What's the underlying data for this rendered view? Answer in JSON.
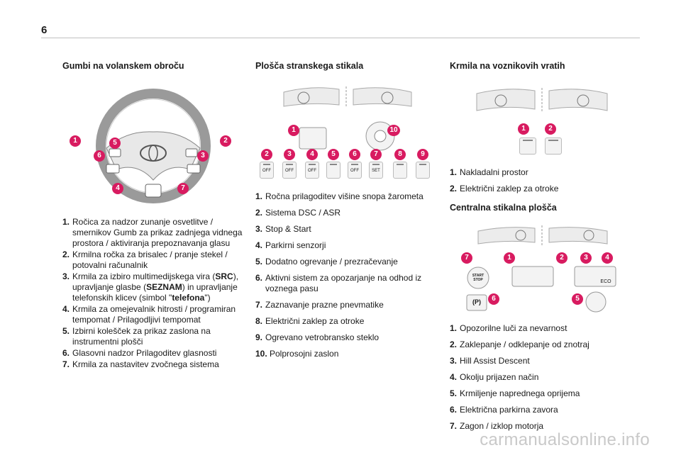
{
  "page_number": "6",
  "watermark": "carmanualsonline.info",
  "colors": {
    "badge": "#d81b60",
    "rule": "#bfbfbf"
  },
  "section1": {
    "title": "Gumbi na volanskem obroču",
    "badges": [
      "1",
      "2",
      "3",
      "4",
      "5",
      "6",
      "7"
    ],
    "items": [
      {
        "num": "1.",
        "text": "Ročica za nadzor zunanje osvetlitve / smernikov Gumb za prikaz zadnjega vidnega prostora / aktiviranja prepoznavanja glasu"
      },
      {
        "num": "2.",
        "text": "Krmilna ročka za brisalec / pranje stekel / potovalni računalnik"
      },
      {
        "num": "3.",
        "text_a": "Krmila za izbiro multimedijskega vira (",
        "bold_a": "SRC",
        "text_b": "), upravljanje glasbe (",
        "bold_b": "SEZNAM",
        "text_c": ") in upravljanje telefonskih klicev (simbol \"",
        "bold_c": "telefona",
        "text_d": "\")"
      },
      {
        "num": "4.",
        "text": "Krmila za omejevalnik hitrosti / programiran tempomat / Prilagodljivi tempomat"
      },
      {
        "num": "5.",
        "text": "Izbirni kolešček za prikaz zaslona na instrumentni plošči"
      },
      {
        "num": "6.",
        "text": "Glasovni nadzor Prilagoditev glasnosti"
      },
      {
        "num": "7.",
        "text": "Krmila za nastavitev zvočnega sistema"
      }
    ]
  },
  "section2": {
    "title": "Plošča stranskega stikala",
    "badges": [
      "1",
      "10",
      "2",
      "3",
      "4",
      "5",
      "6",
      "7",
      "8",
      "9"
    ],
    "switch_labels": [
      "OFF",
      "OFF",
      "OFF",
      "",
      "OFF",
      "SET",
      "",
      ""
    ],
    "items": [
      {
        "num": "1.",
        "text": "Ročna prilagoditev višine snopa žarometa"
      },
      {
        "num": "2.",
        "text": "Sistema DSC / ASR"
      },
      {
        "num": "3.",
        "text": "Stop & Start"
      },
      {
        "num": "4.",
        "text": "Parkirni senzorji"
      },
      {
        "num": "5.",
        "text": "Dodatno ogrevanje / prezračevanje"
      },
      {
        "num": "6.",
        "text": "Aktivni sistem za opozarjanje na odhod iz voznega pasu"
      },
      {
        "num": "7.",
        "text": "Zaznavanje prazne pnevmatike"
      },
      {
        "num": "8.",
        "text": "Električni zaklep za otroke"
      },
      {
        "num": "9.",
        "text": "Ogrevano vetrobransko steklo"
      },
      {
        "num": "10.",
        "text": "Polprosojni zaslon"
      }
    ]
  },
  "section3": {
    "title": "Krmila na voznikovih vratih",
    "badges": [
      "1",
      "2"
    ],
    "items": [
      {
        "num": "1.",
        "text": "Nakladalni prostor"
      },
      {
        "num": "2.",
        "text": "Električni zaklep za otroke"
      }
    ]
  },
  "section4": {
    "title": "Centralna stikalna plošča",
    "badges": [
      "7",
      "1",
      "2",
      "3",
      "4",
      "6",
      "5"
    ],
    "start_label": "START",
    "stop_label": "STOP",
    "eco_label": "ECO",
    "park_label": "(P)",
    "items": [
      {
        "num": "1.",
        "text": "Opozorilne luči za nevarnost"
      },
      {
        "num": "2.",
        "text": "Zaklepanje / odklepanje od znotraj"
      },
      {
        "num": "3.",
        "text": "Hill Assist Descent"
      },
      {
        "num": "4.",
        "text": "Okolju prijazen način"
      },
      {
        "num": "5.",
        "text": "Krmiljenje naprednega oprijema"
      },
      {
        "num": "6.",
        "text": "Električna parkirna zavora"
      },
      {
        "num": "7.",
        "text": "Zagon / izklop motorja"
      }
    ]
  }
}
